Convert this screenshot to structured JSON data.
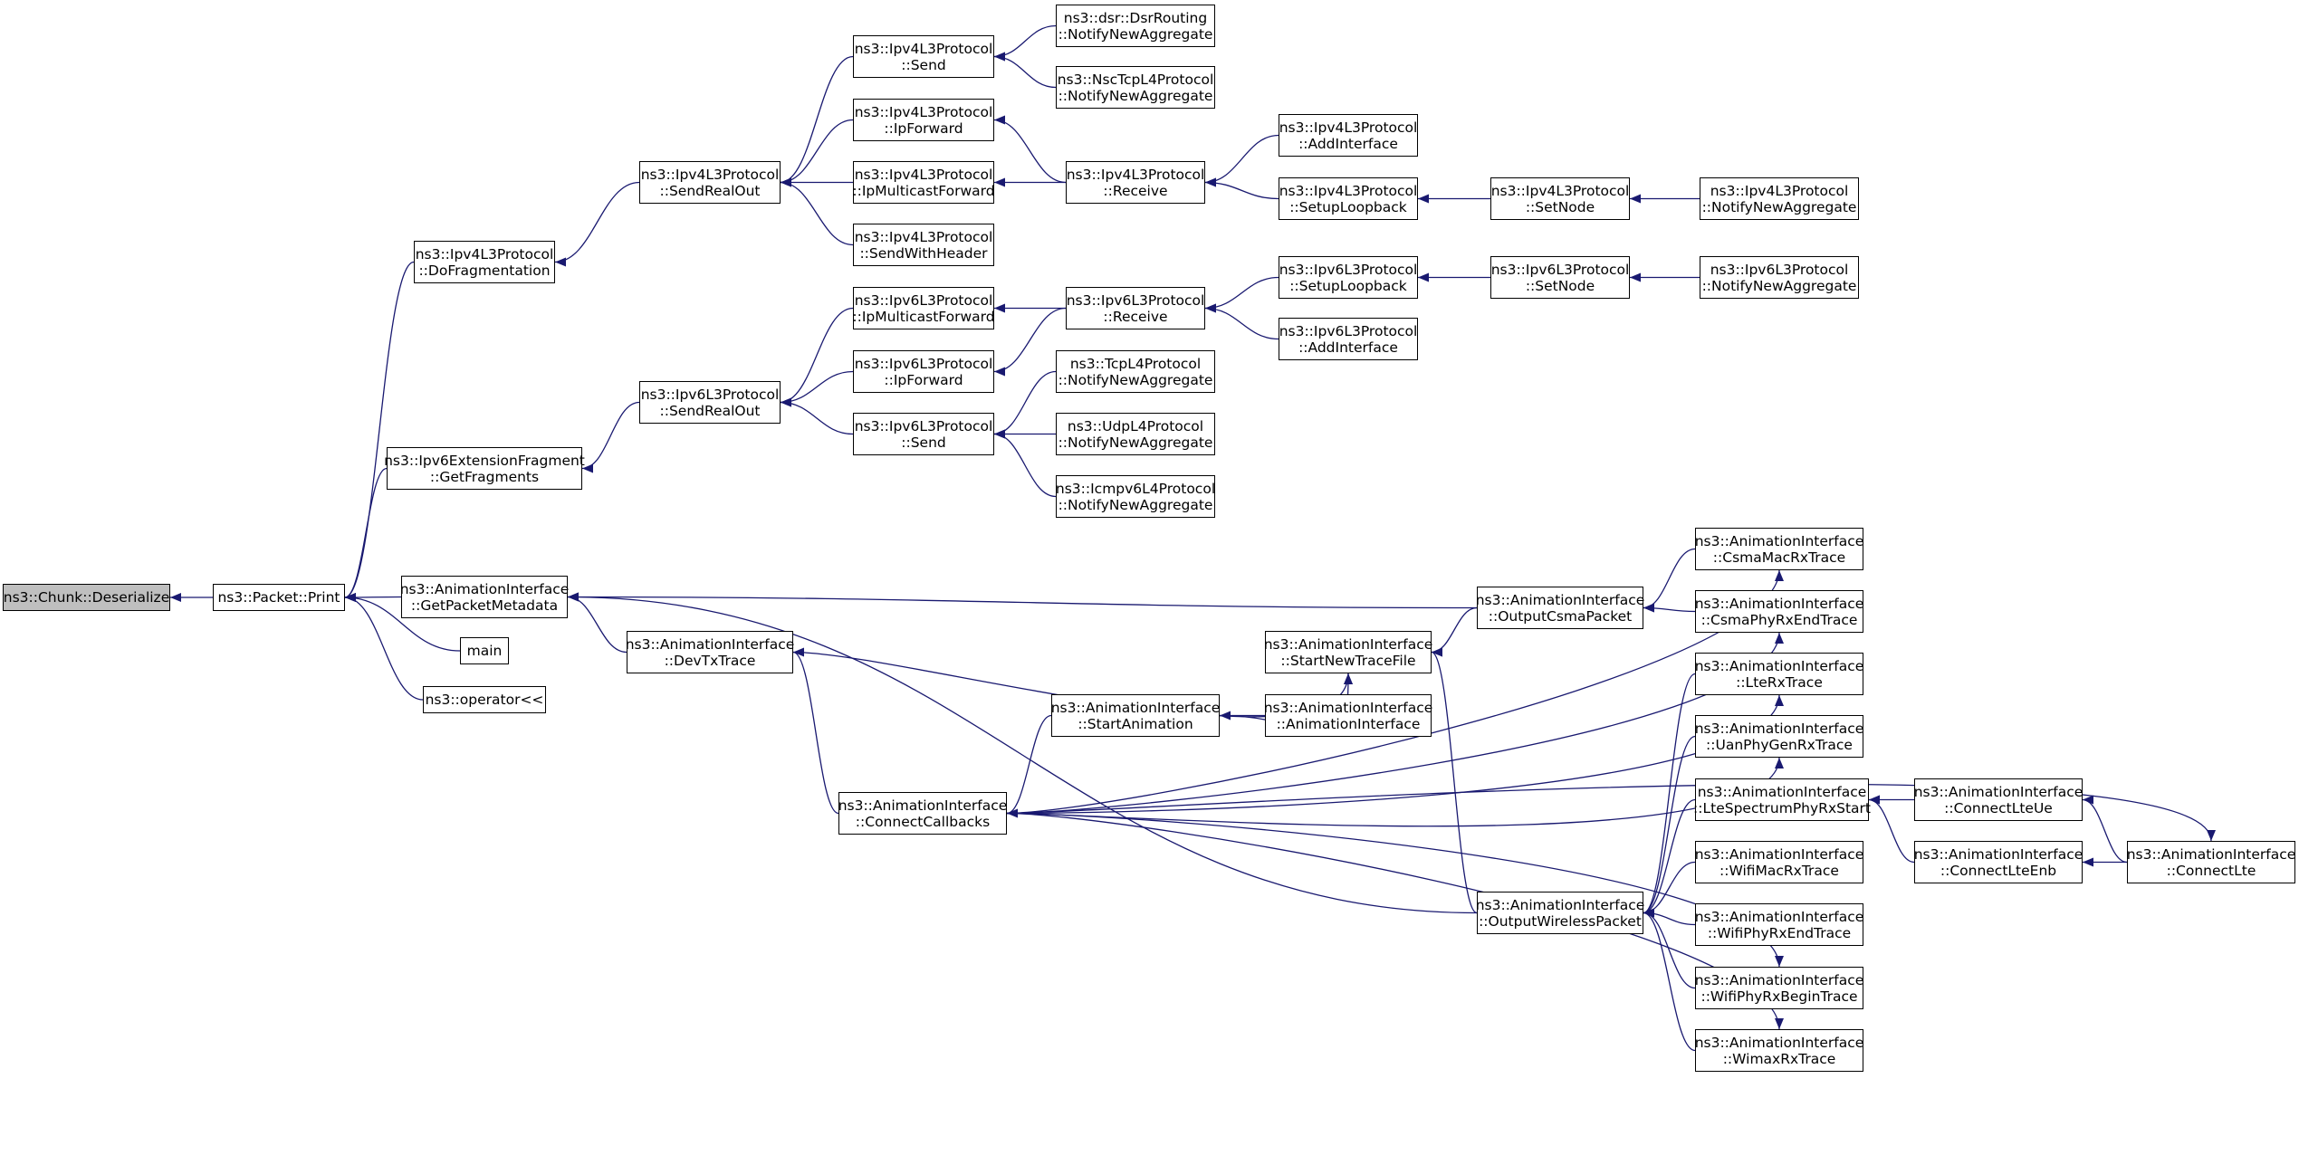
{
  "graph": {
    "edge_color": "#191970",
    "root_fill": "#bfbfbf",
    "nodes": [
      {
        "id": "chunk_deser",
        "lines": [
          "ns3::Chunk::Deserialize"
        ]
      },
      {
        "id": "packet_print",
        "lines": [
          "ns3::Packet::Print"
        ]
      },
      {
        "id": "ipv4_dofrag",
        "lines": [
          "ns3::Ipv4L3Protocol",
          "::DoFragmentation"
        ]
      },
      {
        "id": "ipv6ext_getfrag",
        "lines": [
          "ns3::Ipv6ExtensionFragment",
          "::GetFragments"
        ]
      },
      {
        "id": "ai_getpktmeta",
        "lines": [
          "ns3::AnimationInterface",
          "::GetPacketMetadata"
        ]
      },
      {
        "id": "main",
        "lines": [
          "main"
        ]
      },
      {
        "id": "op_ltlt",
        "lines": [
          "ns3::operator<<"
        ]
      },
      {
        "id": "ipv4_sendrealout",
        "lines": [
          "ns3::Ipv4L3Protocol",
          "::SendRealOut"
        ]
      },
      {
        "id": "ipv6_sendrealout",
        "lines": [
          "ns3::Ipv6L3Protocol",
          "::SendRealOut"
        ]
      },
      {
        "id": "ai_devtx",
        "lines": [
          "ns3::AnimationInterface",
          "::DevTxTrace"
        ]
      },
      {
        "id": "ipv4_send",
        "lines": [
          "ns3::Ipv4L3Protocol",
          "::Send"
        ]
      },
      {
        "id": "ipv4_ipfwd",
        "lines": [
          "ns3::Ipv4L3Protocol",
          "::IpForward"
        ]
      },
      {
        "id": "ipv4_ipmcast",
        "lines": [
          "ns3::Ipv4L3Protocol",
          "::IpMulticastForward"
        ]
      },
      {
        "id": "ipv4_sendhdr",
        "lines": [
          "ns3::Ipv4L3Protocol",
          "::SendWithHeader"
        ]
      },
      {
        "id": "ipv6_ipmcast",
        "lines": [
          "ns3::Ipv6L3Protocol",
          "::IpMulticastForward"
        ]
      },
      {
        "id": "ipv6_ipfwd",
        "lines": [
          "ns3::Ipv6L3Protocol",
          "::IpForward"
        ]
      },
      {
        "id": "ipv6_send",
        "lines": [
          "ns3::Ipv6L3Protocol",
          "::Send"
        ]
      },
      {
        "id": "ai_connectcb",
        "lines": [
          "ns3::AnimationInterface",
          "::ConnectCallbacks"
        ]
      },
      {
        "id": "dsr_notify",
        "lines": [
          "ns3::dsr::DsrRouting",
          "::NotifyNewAggregate"
        ]
      },
      {
        "id": "nsctcp_notify",
        "lines": [
          "ns3::NscTcpL4Protocol",
          "::NotifyNewAggregate"
        ]
      },
      {
        "id": "ipv4_receive",
        "lines": [
          "ns3::Ipv4L3Protocol",
          "::Receive"
        ]
      },
      {
        "id": "ipv6_receive",
        "lines": [
          "ns3::Ipv6L3Protocol",
          "::Receive"
        ]
      },
      {
        "id": "tcp_notify",
        "lines": [
          "ns3::TcpL4Protocol",
          "::NotifyNewAggregate"
        ]
      },
      {
        "id": "udp_notify",
        "lines": [
          "ns3::UdpL4Protocol",
          "::NotifyNewAggregate"
        ]
      },
      {
        "id": "icmpv6_notify",
        "lines": [
          "ns3::Icmpv6L4Protocol",
          "::NotifyNewAggregate"
        ]
      },
      {
        "id": "ai_startanim",
        "lines": [
          "ns3::AnimationInterface",
          "::StartAnimation"
        ]
      },
      {
        "id": "ipv4_addif",
        "lines": [
          "ns3::Ipv4L3Protocol",
          "::AddInterface"
        ]
      },
      {
        "id": "ipv4_setuplb",
        "lines": [
          "ns3::Ipv4L3Protocol",
          "::SetupLoopback"
        ]
      },
      {
        "id": "ipv6_setuplb",
        "lines": [
          "ns3::Ipv6L3Protocol",
          "::SetupLoopback"
        ]
      },
      {
        "id": "ipv6_addif",
        "lines": [
          "ns3::Ipv6L3Protocol",
          "::AddInterface"
        ]
      },
      {
        "id": "ai_starttrace",
        "lines": [
          "ns3::AnimationInterface",
          "::StartNewTraceFile"
        ]
      },
      {
        "id": "ai_ctor",
        "lines": [
          "ns3::AnimationInterface",
          "::AnimationInterface"
        ]
      },
      {
        "id": "ipv4_setnode",
        "lines": [
          "ns3::Ipv4L3Protocol",
          "::SetNode"
        ]
      },
      {
        "id": "ipv6_setnode",
        "lines": [
          "ns3::Ipv6L3Protocol",
          "::SetNode"
        ]
      },
      {
        "id": "ai_outcsma",
        "lines": [
          "ns3::AnimationInterface",
          "::OutputCsmaPacket"
        ]
      },
      {
        "id": "ai_outwireless",
        "lines": [
          "ns3::AnimationInterface",
          "::OutputWirelessPacket"
        ]
      },
      {
        "id": "ipv4_notify",
        "lines": [
          "ns3::Ipv4L3Protocol",
          "::NotifyNewAggregate"
        ]
      },
      {
        "id": "ipv6_notify",
        "lines": [
          "ns3::Ipv6L3Protocol",
          "::NotifyNewAggregate"
        ]
      },
      {
        "id": "ai_csmamacrx",
        "lines": [
          "ns3::AnimationInterface",
          "::CsmaMacRxTrace"
        ]
      },
      {
        "id": "ai_csmaphyrxend",
        "lines": [
          "ns3::AnimationInterface",
          "::CsmaPhyRxEndTrace"
        ]
      },
      {
        "id": "ai_lterx",
        "lines": [
          "ns3::AnimationInterface",
          "::LteRxTrace"
        ]
      },
      {
        "id": "ai_uanphygenrx",
        "lines": [
          "ns3::AnimationInterface",
          "::UanPhyGenRxTrace"
        ]
      },
      {
        "id": "ai_ltespecphyrx",
        "lines": [
          "ns3::AnimationInterface",
          "::LteSpectrumPhyRxStart"
        ]
      },
      {
        "id": "ai_wifimacrx",
        "lines": [
          "ns3::AnimationInterface",
          "::WifiMacRxTrace"
        ]
      },
      {
        "id": "ai_wifiphyrxend",
        "lines": [
          "ns3::AnimationInterface",
          "::WifiPhyRxEndTrace"
        ]
      },
      {
        "id": "ai_wifiphyrxbegin",
        "lines": [
          "ns3::AnimationInterface",
          "::WifiPhyRxBeginTrace"
        ]
      },
      {
        "id": "ai_wimaxrx",
        "lines": [
          "ns3::AnimationInterface",
          "::WimaxRxTrace"
        ]
      },
      {
        "id": "ai_connectlteue",
        "lines": [
          "ns3::AnimationInterface",
          "::ConnectLteUe"
        ]
      },
      {
        "id": "ai_connectlteenb",
        "lines": [
          "ns3::AnimationInterface",
          "::ConnectLteEnb"
        ]
      },
      {
        "id": "ai_connectlte",
        "lines": [
          "ns3::AnimationInterface",
          "::ConnectLte"
        ]
      }
    ],
    "edges": [
      {
        "from": "packet_print",
        "to": "chunk_deser"
      },
      {
        "from": "ipv4_dofrag",
        "to": "packet_print"
      },
      {
        "from": "ipv6ext_getfrag",
        "to": "packet_print"
      },
      {
        "from": "ai_getpktmeta",
        "to": "packet_print"
      },
      {
        "from": "main",
        "to": "packet_print"
      },
      {
        "from": "op_ltlt",
        "to": "packet_print"
      },
      {
        "from": "ipv4_sendrealout",
        "to": "ipv4_dofrag"
      },
      {
        "from": "ipv4_send",
        "to": "ipv4_sendrealout"
      },
      {
        "from": "ipv4_ipfwd",
        "to": "ipv4_sendrealout"
      },
      {
        "from": "ipv4_ipmcast",
        "to": "ipv4_sendrealout"
      },
      {
        "from": "ipv4_sendhdr",
        "to": "ipv4_sendrealout"
      },
      {
        "from": "dsr_notify",
        "to": "ipv4_send"
      },
      {
        "from": "nsctcp_notify",
        "to": "ipv4_send"
      },
      {
        "from": "ipv4_receive",
        "to": "ipv4_ipfwd"
      },
      {
        "from": "ipv4_receive",
        "to": "ipv4_ipmcast"
      },
      {
        "from": "ipv4_addif",
        "to": "ipv4_receive"
      },
      {
        "from": "ipv4_setuplb",
        "to": "ipv4_receive"
      },
      {
        "from": "ipv4_setnode",
        "to": "ipv4_setuplb"
      },
      {
        "from": "ipv4_notify",
        "to": "ipv4_setnode"
      },
      {
        "from": "ipv6_sendrealout",
        "to": "ipv6ext_getfrag"
      },
      {
        "from": "ipv6_ipmcast",
        "to": "ipv6_sendrealout"
      },
      {
        "from": "ipv6_ipfwd",
        "to": "ipv6_sendrealout"
      },
      {
        "from": "ipv6_send",
        "to": "ipv6_sendrealout"
      },
      {
        "from": "ipv6_receive",
        "to": "ipv6_ipmcast"
      },
      {
        "from": "ipv6_receive",
        "to": "ipv6_ipfwd"
      },
      {
        "from": "ipv6_setuplb",
        "to": "ipv6_receive"
      },
      {
        "from": "ipv6_addif",
        "to": "ipv6_receive"
      },
      {
        "from": "ipv6_setnode",
        "to": "ipv6_setuplb"
      },
      {
        "from": "ipv6_notify",
        "to": "ipv6_setnode"
      },
      {
        "from": "tcp_notify",
        "to": "ipv6_send"
      },
      {
        "from": "udp_notify",
        "to": "ipv6_send"
      },
      {
        "from": "icmpv6_notify",
        "to": "ipv6_send"
      },
      {
        "from": "ai_outcsma",
        "to": "ai_getpktmeta"
      },
      {
        "from": "ai_devtx",
        "to": "ai_getpktmeta"
      },
      {
        "from": "ai_outwireless",
        "to": "ai_getpktmeta"
      },
      {
        "from": "ai_connectcb",
        "to": "ai_devtx"
      },
      {
        "from": "ai_devtx",
        "to": "ai_starttrace"
      },
      {
        "from": "ai_outcsma",
        "to": "ai_starttrace"
      },
      {
        "from": "ai_outwireless",
        "to": "ai_starttrace"
      },
      {
        "from": "ai_startanim",
        "to": "ai_starttrace"
      },
      {
        "from": "ai_ctor",
        "to": "ai_startanim"
      },
      {
        "from": "ai_startanim",
        "to": "ai_connectcb"
      },
      {
        "from": "ai_connectcb",
        "to": "ai_csmamacrx"
      },
      {
        "from": "ai_connectcb",
        "to": "ai_csmaphyrxend"
      },
      {
        "from": "ai_connectcb",
        "to": "ai_lterx"
      },
      {
        "from": "ai_connectcb",
        "to": "ai_uanphygenrx"
      },
      {
        "from": "ai_connectcb",
        "to": "ai_wifiphyrxbegin"
      },
      {
        "from": "ai_connectcb",
        "to": "ai_wimaxrx"
      },
      {
        "from": "ai_connectcb",
        "to": "ai_connectlte"
      },
      {
        "from": "ai_csmamacrx",
        "to": "ai_outcsma"
      },
      {
        "from": "ai_csmaphyrxend",
        "to": "ai_outcsma"
      },
      {
        "from": "ai_lterx",
        "to": "ai_outwireless"
      },
      {
        "from": "ai_uanphygenrx",
        "to": "ai_outwireless"
      },
      {
        "from": "ai_ltespecphyrx",
        "to": "ai_outwireless"
      },
      {
        "from": "ai_wifimacrx",
        "to": "ai_outwireless"
      },
      {
        "from": "ai_wifiphyrxend",
        "to": "ai_outwireless"
      },
      {
        "from": "ai_wifiphyrxbegin",
        "to": "ai_outwireless"
      },
      {
        "from": "ai_wimaxrx",
        "to": "ai_outwireless"
      },
      {
        "from": "ai_connectlteue",
        "to": "ai_ltespecphyrx"
      },
      {
        "from": "ai_connectlteenb",
        "to": "ai_ltespecphyrx"
      },
      {
        "from": "ai_connectlte",
        "to": "ai_connectlteue"
      },
      {
        "from": "ai_connectlte",
        "to": "ai_connectlteenb"
      }
    ]
  }
}
